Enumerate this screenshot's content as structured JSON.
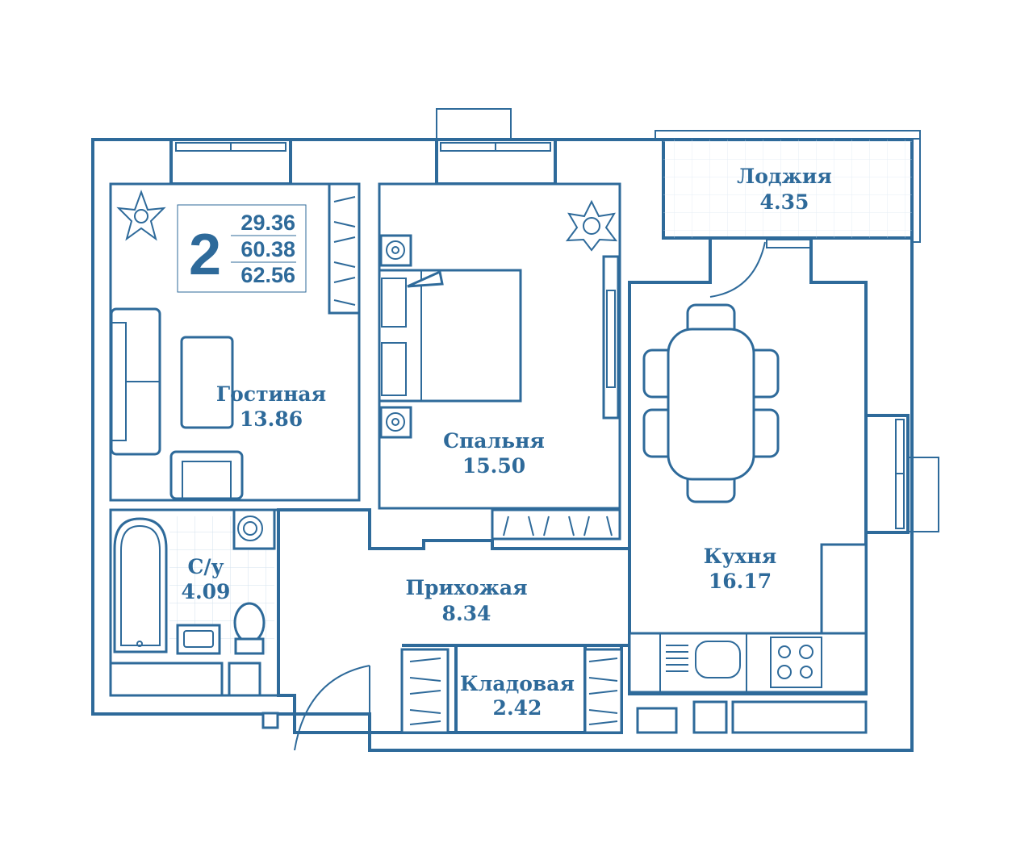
{
  "plan": {
    "rooms_count": "2",
    "areas": {
      "living": "29.36",
      "total": "60.38",
      "total_with_loggia": "62.56"
    },
    "rooms": [
      {
        "name": "Гостиная",
        "area": "13.86"
      },
      {
        "name": "Спальня",
        "area": "15.50"
      },
      {
        "name": "Лоджия",
        "area": "4.35"
      },
      {
        "name": "Кухня",
        "area": "16.17"
      },
      {
        "name": "С/у",
        "area": "4.09"
      },
      {
        "name": "Прихожая",
        "area": "8.34"
      },
      {
        "name": "Кладовая",
        "area": "2.42"
      }
    ],
    "colors": {
      "line": "#2e6a9a",
      "hatch": "#a9c3d8"
    }
  }
}
